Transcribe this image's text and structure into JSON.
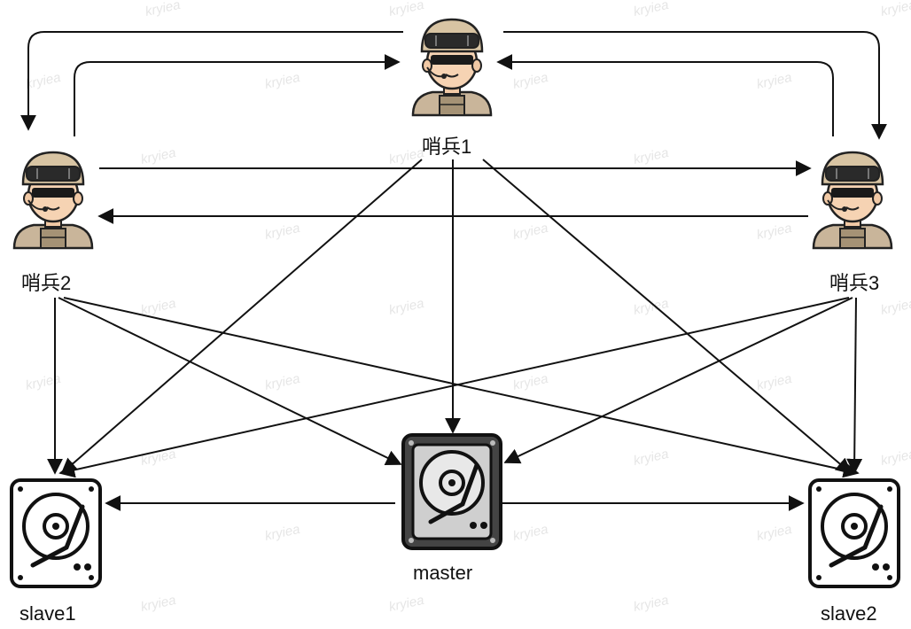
{
  "nodes": {
    "sentinel1": {
      "label": "哨兵1"
    },
    "sentinel2": {
      "label": "哨兵2"
    },
    "sentinel3": {
      "label": "哨兵3"
    },
    "master": {
      "label": "master"
    },
    "slave1": {
      "label": "slave1"
    },
    "slave2": {
      "label": "slave2"
    }
  },
  "icons": {
    "sentinel": "soldier-icon",
    "server": "hard-disk-icon"
  },
  "colors": {
    "line": "#111111",
    "disk_master": "#555555",
    "disk_slave": "#ffffff",
    "watermark": "#e6e6e6"
  },
  "watermark": "kryiea"
}
